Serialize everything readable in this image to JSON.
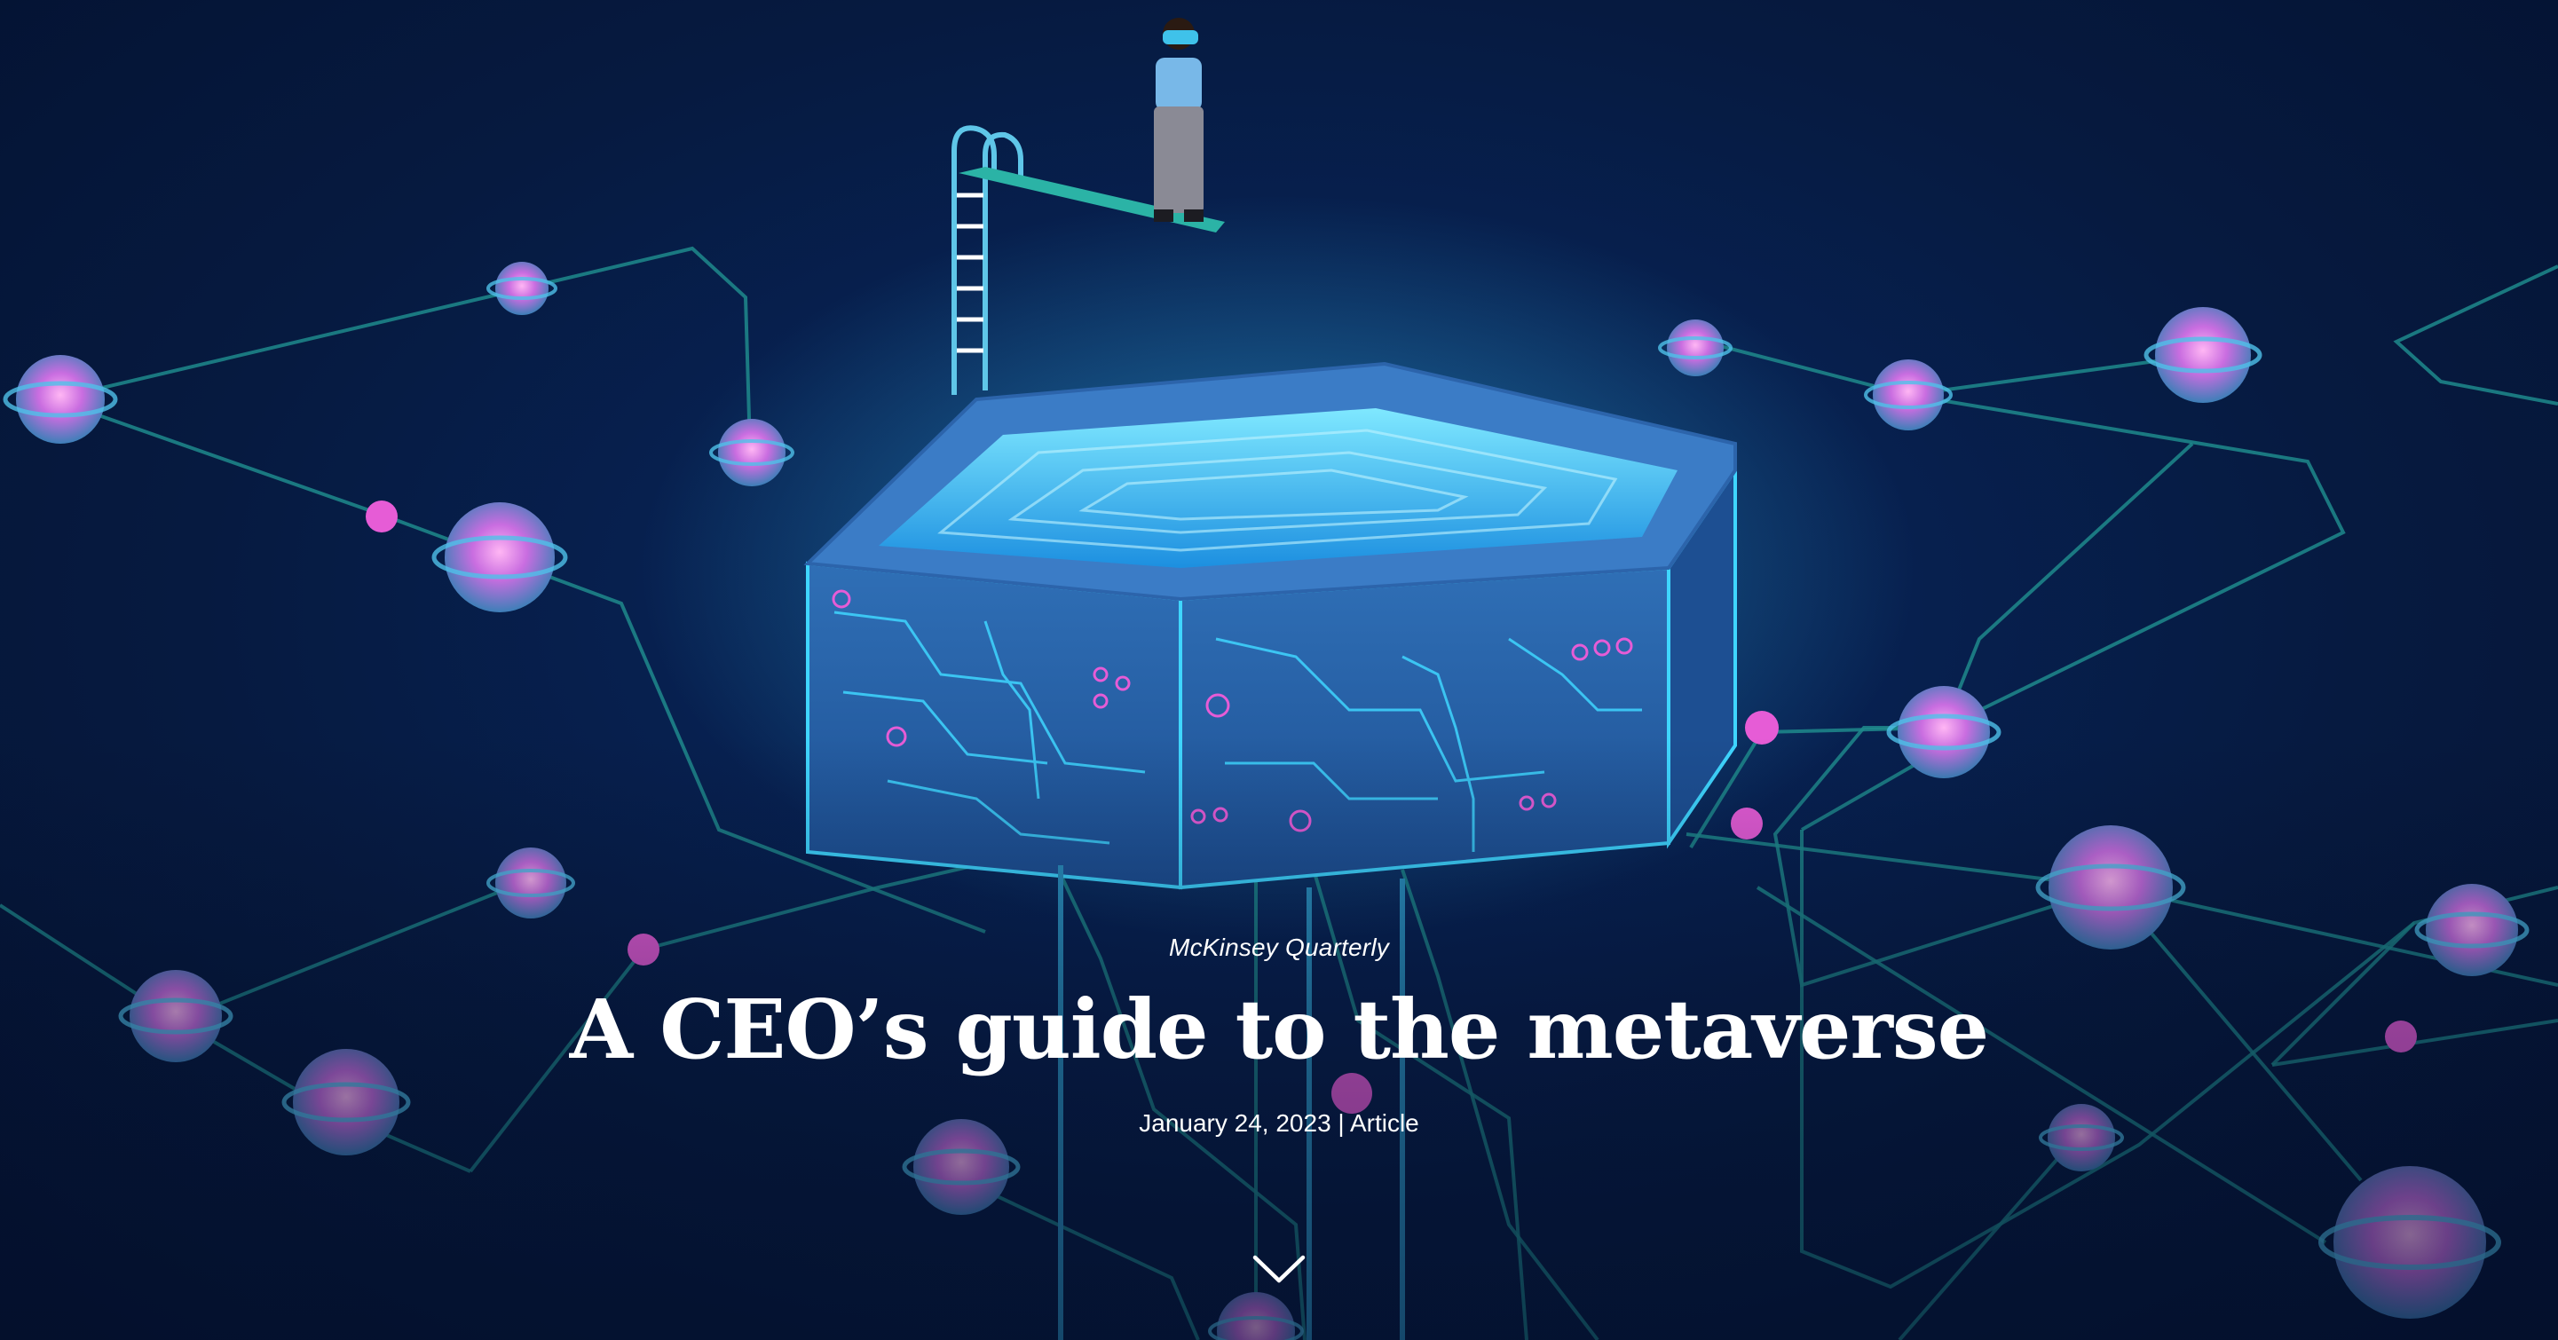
{
  "article": {
    "eyebrow": "McKinsey Quarterly",
    "title": "A CEO’s guide to the metaverse",
    "date": "January 24, 2023",
    "separator": "|",
    "type": "Article"
  },
  "icons": {
    "scroll": "chevron-down-icon"
  },
  "colors": {
    "background": "#061a40",
    "network_line": "#1f8a8c",
    "node_pink": "#e65cd6",
    "pool_glow": "#3fd6ff",
    "text": "#ffffff"
  }
}
